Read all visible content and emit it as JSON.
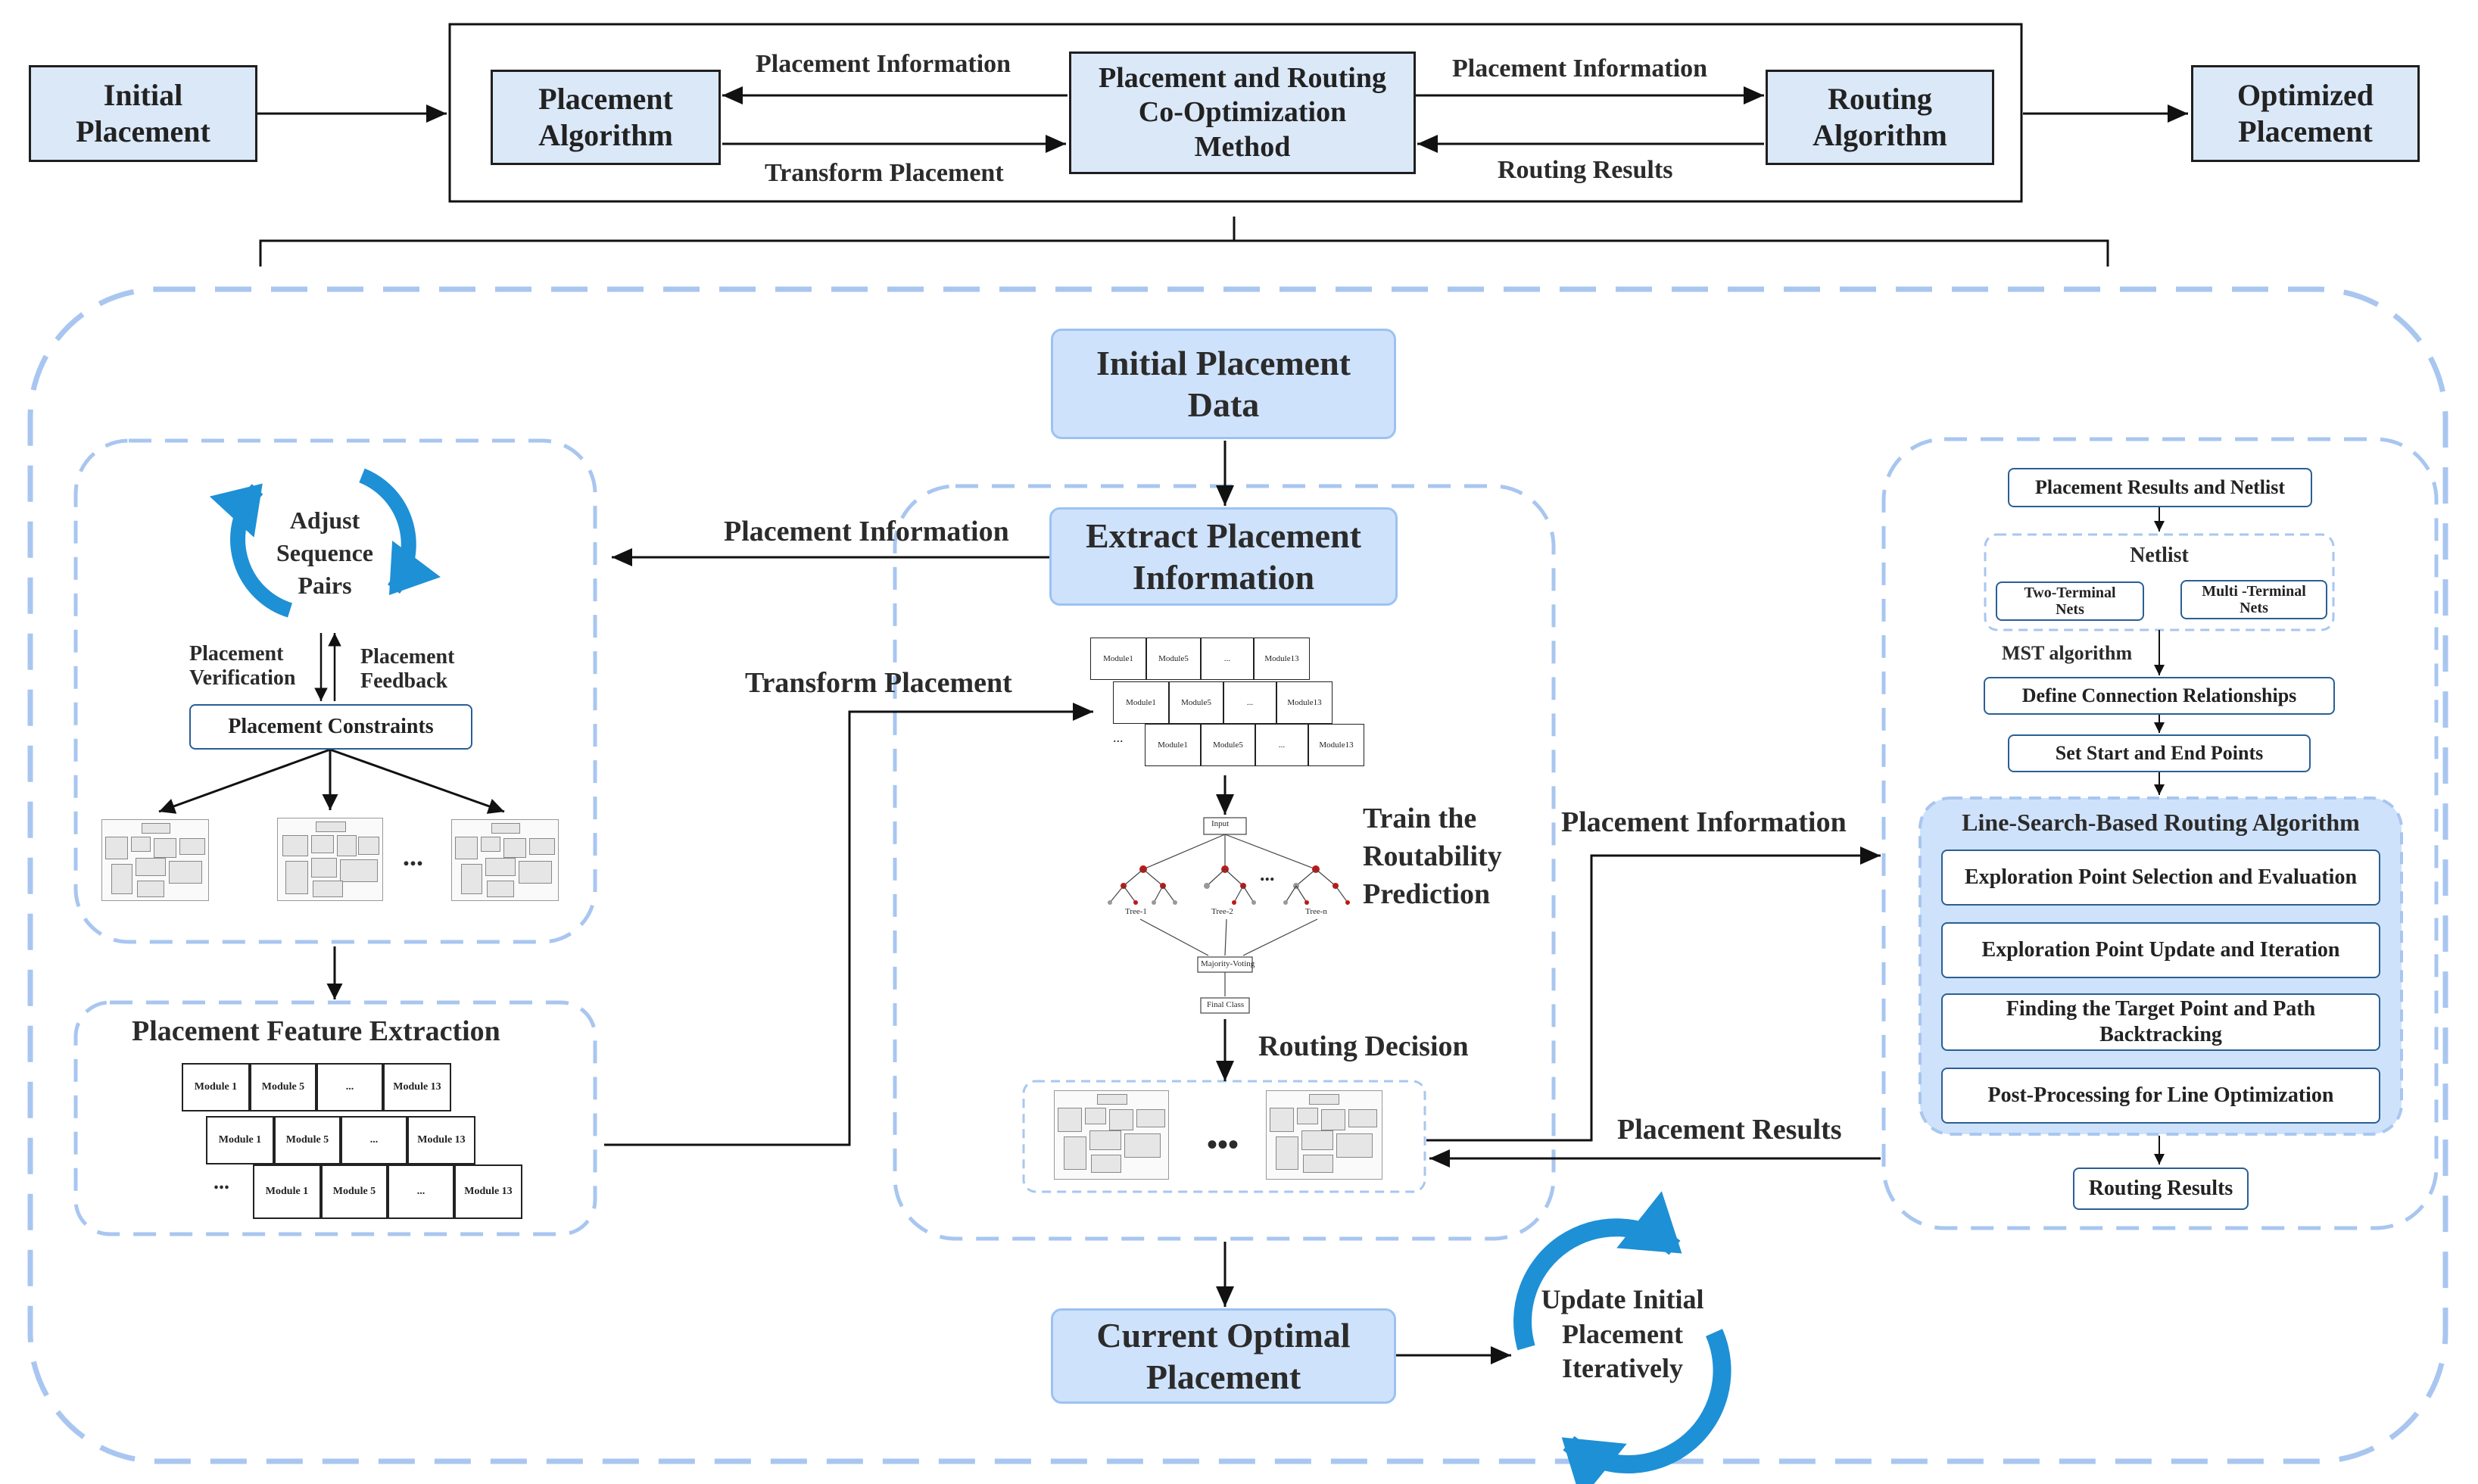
{
  "top": {
    "initial_placement": "Initial\nPlacement",
    "placement_algorithm": "Placement\nAlgorithm",
    "co_optimization": "Placement and Routing\nCo-Optimization\nMethod",
    "routing_algorithm": "Routing\nAlgorithm",
    "optimized_placement": "Optimized\nPlacement",
    "label_placement_info_left": "Placement Information",
    "label_transform_placement": "Transform Placement",
    "label_placement_info_right": "Placement Information",
    "label_routing_results": "Routing Results"
  },
  "left": {
    "cycle_text": "Adjust\nSequence\nPairs",
    "placement_verification": "Placement\nVerification",
    "placement_feedback": "Placement\nFeedback",
    "placement_constraints": "Placement Constraints",
    "ellipsis": "...",
    "feature_extraction_title": "Placement Feature Extraction",
    "table_rows": [
      [
        "Module 1",
        "Module 5",
        "...",
        "Module 13"
      ],
      [
        "Module 1",
        "Module 5",
        "...",
        "Module 13"
      ],
      [
        "Module 1",
        "Module 5",
        "...",
        "Module 13"
      ]
    ],
    "row_ellipsis": "..."
  },
  "center": {
    "initial_placement_data": "Initial Placement\nData",
    "extract_placement_info": "Extract Placement\nInformation",
    "label_placement_information": "Placement Information",
    "label_transform_placement": "Transform Placement",
    "train_routability": "Train the\nRoutability\nPrediction",
    "routing_decision": "Routing Decision",
    "mini_table_rows": [
      [
        "Module1",
        "Module5",
        "...",
        "Module13"
      ],
      [
        "Module1",
        "Module5",
        "...",
        "Module13"
      ],
      [
        "Module1",
        "Module5",
        "...",
        "Module13"
      ]
    ],
    "tree_input": "Input",
    "tree_labels": [
      "Tree-1",
      "Tree-2",
      "Tree-n"
    ],
    "tree_majority": "Majority-Voting",
    "tree_final": "Final Class",
    "tree_ellipsis": "...",
    "thumb_ellipsis": "•••",
    "current_optimal": "Current Optimal\nPlacement",
    "update_cycle": "Update Initial\nPlacement\nIteratively"
  },
  "right": {
    "label_placement_information": "Placement Information",
    "label_placement_results": "Placement Results",
    "placement_results_netlist": "Placement Results and Netlist",
    "netlist": "Netlist",
    "two_terminal": "Two-Terminal\nNets",
    "multi_terminal": "Multi -Terminal\nNets",
    "mst": "MST algorithm",
    "define_connection": "Define Connection Relationships",
    "set_points": "Set Start and End Points",
    "line_search_title": "Line-Search-Based Routing Algorithm",
    "steps": [
      "Exploration Point Selection and Evaluation",
      "Exploration Point Update and Iteration",
      "Finding the Target Point and Path\nBacktracking",
      "Post-Processing for Line Optimization"
    ],
    "routing_results": "Routing Results"
  },
  "colors": {
    "top_box_fill": "#dbe8f8",
    "blue_box_fill": "#cfe2fb",
    "dashed_border": "#a8c6f0",
    "cycle_arrow": "#1e90d6",
    "small_box_border": "#2a5f95"
  }
}
